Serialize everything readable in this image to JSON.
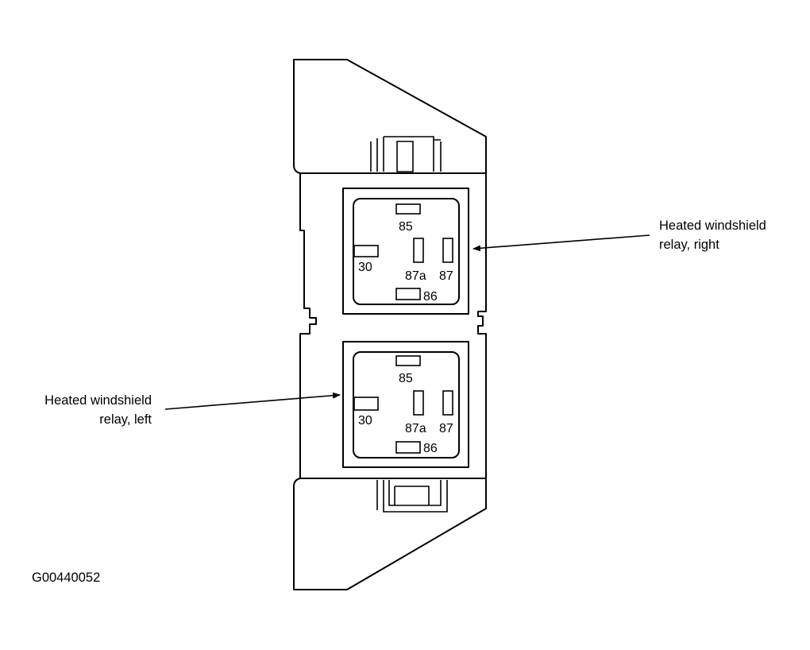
{
  "callouts": {
    "right": {
      "line1": "Heated windshield",
      "line2": "relay, right"
    },
    "left": {
      "line1": "Heated windshield",
      "line2": "relay, left"
    }
  },
  "relays": {
    "upper": {
      "pins": {
        "p85": "85",
        "p30": "30",
        "p87a": "87a",
        "p87": "87",
        "p86": "86"
      }
    },
    "lower": {
      "pins": {
        "p85": "85",
        "p30": "30",
        "p87a": "87a",
        "p87": "87",
        "p86": "86"
      }
    }
  },
  "figure_id": "G00440052"
}
